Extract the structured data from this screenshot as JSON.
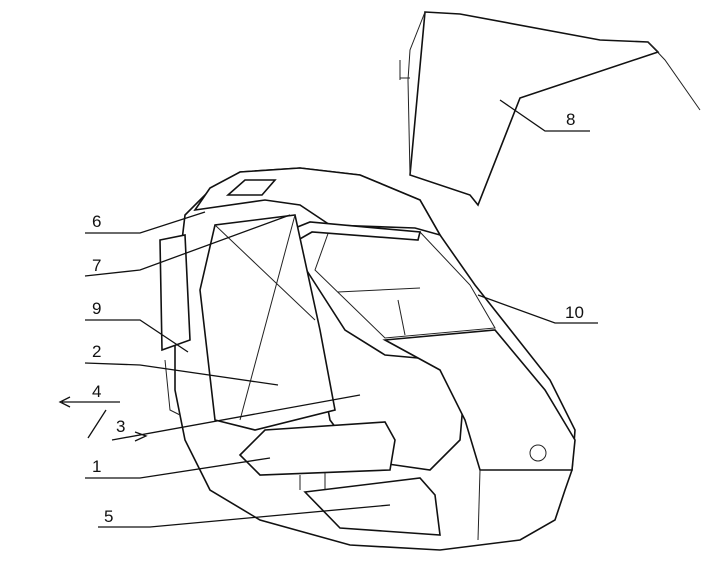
{
  "callouts": [
    {
      "id": "6",
      "text": "6"
    },
    {
      "id": "7",
      "text": "7"
    },
    {
      "id": "9",
      "text": "9"
    },
    {
      "id": "2",
      "text": "2"
    },
    {
      "id": "4",
      "text": "4"
    },
    {
      "id": "3",
      "text": "3"
    },
    {
      "id": "1",
      "text": "1"
    },
    {
      "id": "5",
      "text": "5"
    },
    {
      "id": "8",
      "text": "8"
    },
    {
      "id": "10",
      "text": "10"
    }
  ]
}
